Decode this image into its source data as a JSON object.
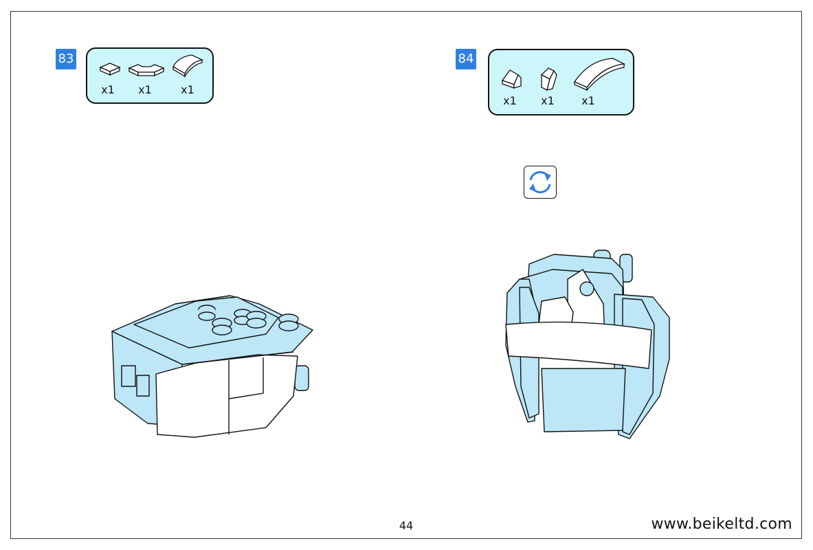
{
  "colors": {
    "step_badge": "#2f7fe0",
    "parts_panel": "#cdf6fb",
    "brick_blue": "#bde6f6",
    "outline": "#111111"
  },
  "steps": [
    {
      "number": "83",
      "parts": [
        {
          "icon": "tile-1x1-icon",
          "qty": "x1"
        },
        {
          "icon": "plate-clip-icon",
          "qty": "x1"
        },
        {
          "icon": "curved-slope-icon",
          "qty": "x1"
        }
      ]
    },
    {
      "number": "84",
      "parts": [
        {
          "icon": "slope-wedge-icon",
          "qty": "x1"
        },
        {
          "icon": "cheese-slope-icon",
          "qty": "x1"
        },
        {
          "icon": "arch-curved-icon",
          "qty": "x1"
        }
      ]
    }
  ],
  "rotate_icon": "rotate-model-icon",
  "page_number": "44",
  "website": "www.beikeltd.com"
}
